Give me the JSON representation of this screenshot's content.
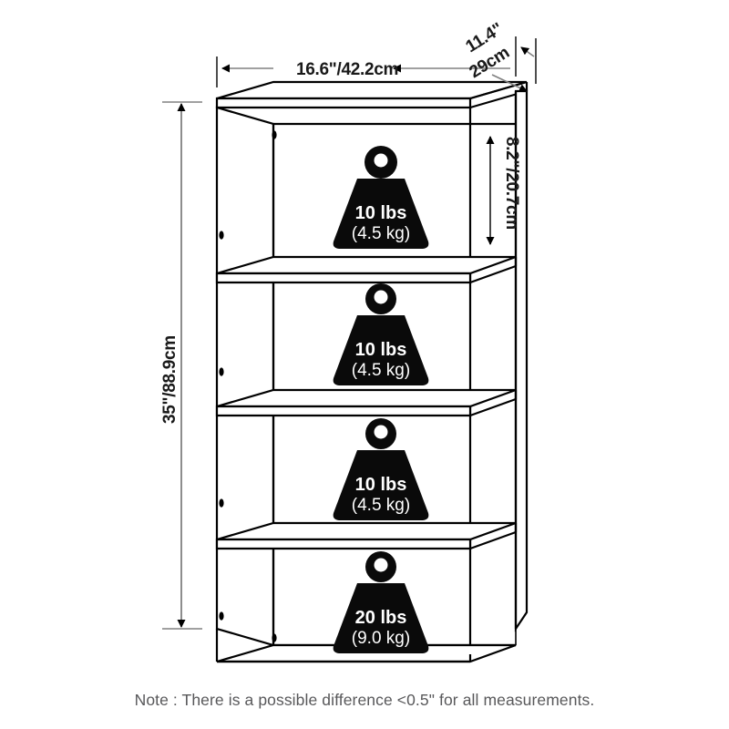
{
  "diagram": {
    "product_type": "4-tier open bookcase",
    "line_color": "#000000",
    "fill_color": "#ffffff",
    "dimension_line_color": "#808080",
    "badge_color": "#0a0a0a",
    "badge_text_color": "#ffffff",
    "note_color": "#58585a"
  },
  "dimensions": {
    "width": {
      "label": "16.6\"/42.2cm",
      "inches": 16.6,
      "cm": 42.2,
      "axis": "width"
    },
    "depth": {
      "label": "11.4\"",
      "label_secondary": "29cm",
      "inches": 11.4,
      "cm": 29,
      "axis": "depth"
    },
    "height": {
      "label": "35\"/88.9cm",
      "inches": 35,
      "cm": 88.9,
      "axis": "height"
    },
    "shelf_opening": {
      "label": "8.2\"/20.7cm",
      "inches": 8.2,
      "cm": 20.7,
      "axis": "shelf-clearance"
    }
  },
  "weight_badges": [
    {
      "id": "shelf-1",
      "lbs": "10 lbs",
      "kg": "(4.5 kg)"
    },
    {
      "id": "shelf-2",
      "lbs": "10 lbs",
      "kg": "(4.5 kg)"
    },
    {
      "id": "shelf-3",
      "lbs": "10 lbs",
      "kg": "(4.5 kg)"
    },
    {
      "id": "shelf-4",
      "lbs": "20 lbs",
      "kg": "(9.0 kg)"
    }
  ],
  "note": {
    "text": "Note : There is a possible difference <0.5\" for all measurements."
  }
}
